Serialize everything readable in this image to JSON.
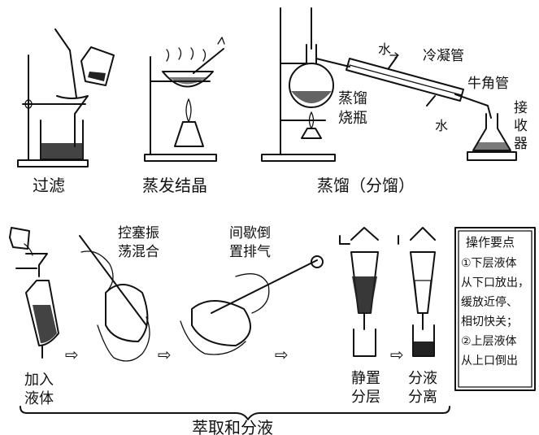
{
  "top_row": {
    "filtration": {
      "caption": "过滤"
    },
    "evaporation": {
      "caption": "蒸发结晶"
    },
    "distillation": {
      "caption": "蒸馏（分馏）",
      "water_in": "水",
      "water_out": "水",
      "condenser": "冷凝管",
      "adapter": "牛角管",
      "flask_line1": "蒸馏",
      "flask_line2": "烧瓶",
      "receiver_1": "接",
      "receiver_2": "收",
      "receiver_3": "器"
    }
  },
  "bottom_row": {
    "steps": {
      "add_liquid_1": "加入",
      "add_liquid_2": "液体",
      "shake_1": "控塞振",
      "shake_2": "荡混合",
      "vent_1": "间歇倒",
      "vent_2": "置排气",
      "settle_1": "静置",
      "settle_2": "分层",
      "separate_1": "分液",
      "separate_2": "分离"
    },
    "arrow_glyph": "⇨",
    "caption": "萃取和分液"
  },
  "notes": {
    "title": "操作要点",
    "line1": "①下层液体",
    "line2": "从下口放出，",
    "line3": "缓放近停、",
    "line4": "相切快关；",
    "line5": "②上层液体",
    "line6": "从上口倒出"
  }
}
